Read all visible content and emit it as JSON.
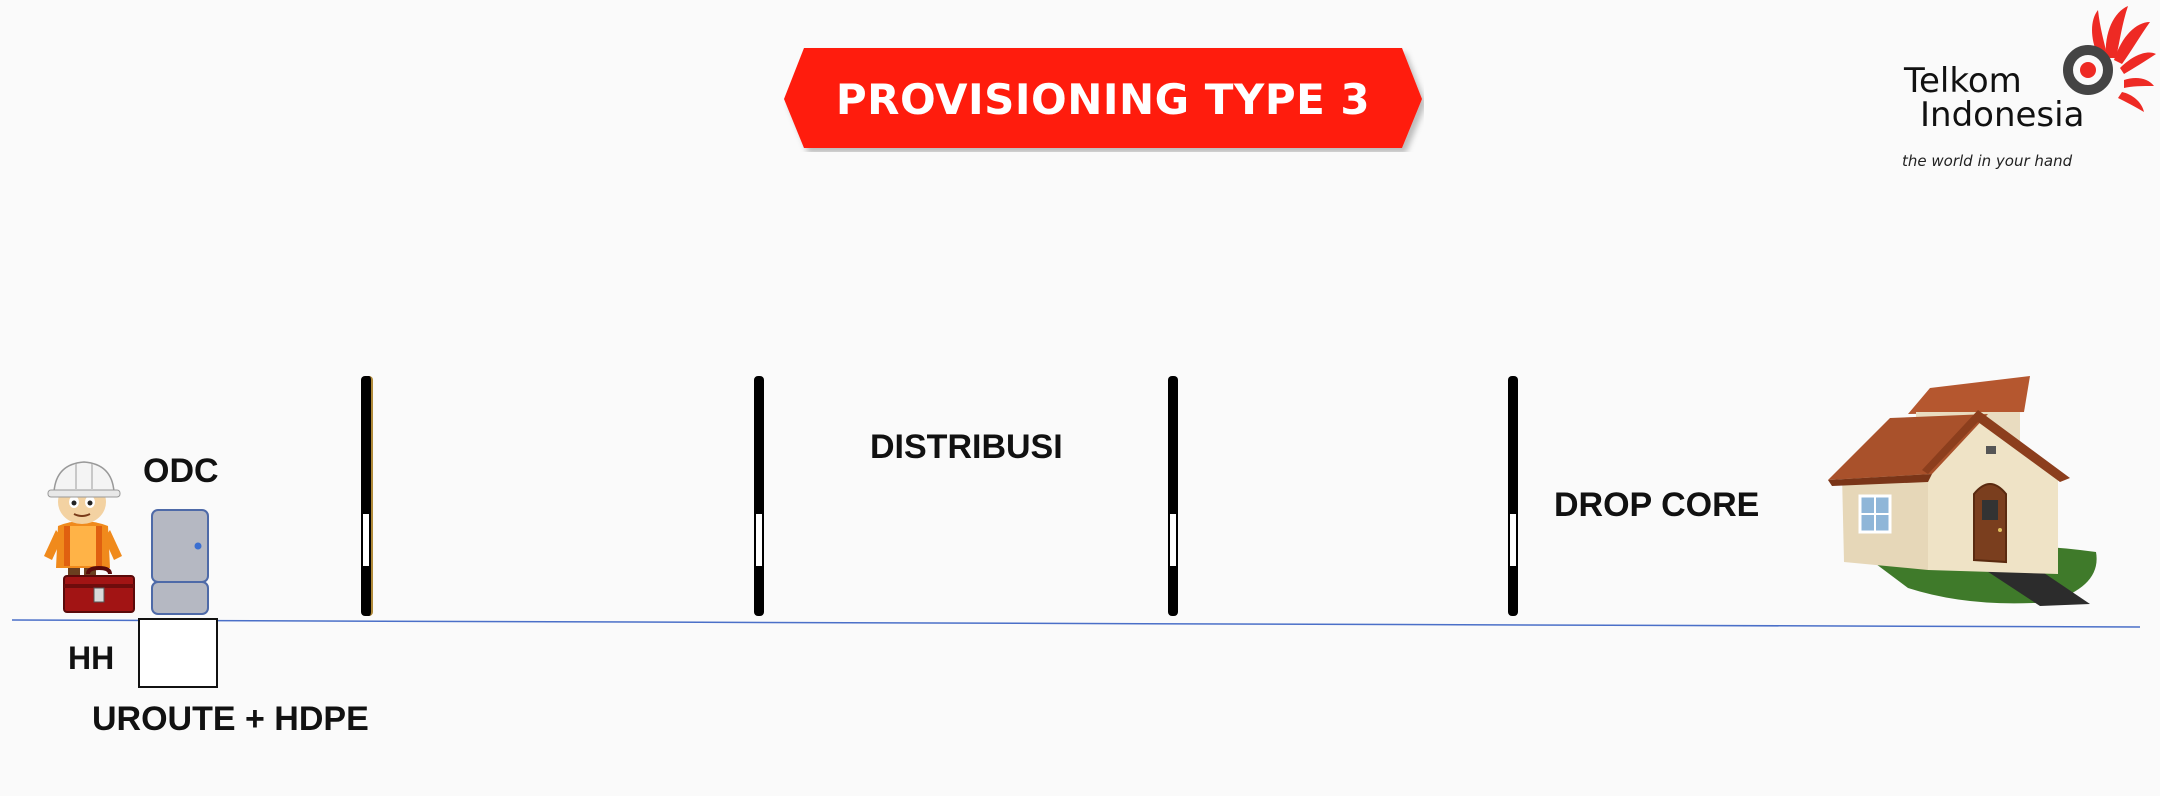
{
  "title": "PROVISIONING TYPE 3",
  "colors": {
    "banner_red": "#ff1a0e",
    "logo_red": "#ee2a24",
    "ground_line": "#4a6fc8",
    "pole": "#000000"
  },
  "logo": {
    "line1": "Telkom",
    "line2": "Indonesia",
    "tagline": "the world in your hand"
  },
  "diagram": {
    "odc_label": "ODC",
    "distribusi_label": "DISTRIBUSI",
    "drop_core_label": "DROP CORE",
    "hh_label": "HH",
    "uroute_label": "UROUTE + HDPE"
  },
  "icons": [
    "worker-icon",
    "toolbox-icon",
    "odc-cabinet-icon",
    "pole-icon",
    "house-icon",
    "telkom-logo-icon"
  ]
}
